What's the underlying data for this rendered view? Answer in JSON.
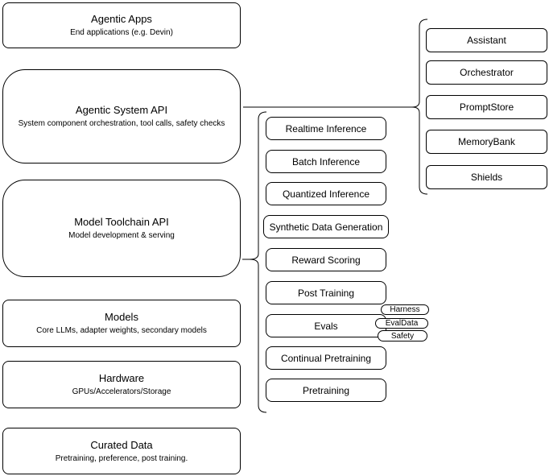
{
  "diagram": {
    "title": "Agentic stack diagram",
    "colors": {
      "border": "#000000",
      "background": "#ffffff",
      "text": "#000000"
    },
    "left_stack": [
      {
        "title": "Agentic Apps",
        "subtitle": "End applications (e.g. Devin)"
      },
      {
        "title": "Agentic System API",
        "subtitle": "System component orchestration, tool calls, safety checks"
      },
      {
        "title": "Model Toolchain API",
        "subtitle": "Model development & serving"
      },
      {
        "title": "Models",
        "subtitle": "Core LLMs, adapter weights, secondary models"
      },
      {
        "title": "Hardware",
        "subtitle": "GPUs/Accelerators/Storage"
      },
      {
        "title": "Curated Data",
        "subtitle": "Pretraining, preference, post training."
      }
    ],
    "toolchain_items": [
      {
        "label": "Realtime Inference"
      },
      {
        "label": "Batch Inference"
      },
      {
        "label": "Quantized Inference"
      },
      {
        "label": "Synthetic Data Generation"
      },
      {
        "label": "Reward Scoring"
      },
      {
        "label": "Post Training"
      },
      {
        "label": "Evals"
      },
      {
        "label": "Continual Pretraining"
      },
      {
        "label": "Pretraining"
      }
    ],
    "eval_tags": [
      {
        "label": "Harness"
      },
      {
        "label": "EvalData"
      },
      {
        "label": "Safety"
      }
    ],
    "system_components": [
      {
        "label": "Assistant"
      },
      {
        "label": "Orchestrator"
      },
      {
        "label": "PromptStore"
      },
      {
        "label": "MemoryBank"
      },
      {
        "label": "Shields"
      }
    ]
  }
}
